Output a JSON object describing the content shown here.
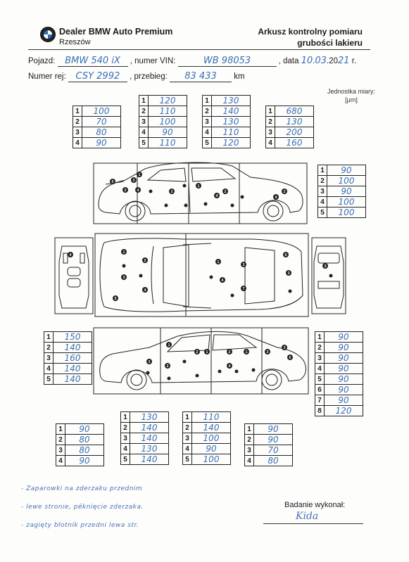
{
  "header": {
    "dealer_name": "Dealer BMW Auto Premium",
    "city": "Rzeszów",
    "title_line1": "Arkusz kontrolny pomiaru",
    "title_line2": "grubości lakieru"
  },
  "form": {
    "vehicle_label": "Pojazd:",
    "vehicle_value": "BMW 540 iX",
    "vin_label": ", numer VIN:",
    "vin_value": "WB 98053",
    "date_label": ", data",
    "date_day": "10",
    "date_sep1": ".",
    "date_month": "03",
    "date_sep2": ".20",
    "date_year": "21",
    "date_suffix": "r.",
    "reg_label": "Numer rej:",
    "reg_value": "CSY 2992",
    "mileage_label": ", przebieg:",
    "mileage_value": "83 433",
    "mileage_unit": "km"
  },
  "unit_note": {
    "line1": "Jednostka miary:",
    "line2": "[µm]"
  },
  "tables": [
    {
      "id": "t1",
      "rows": [
        {
          "n": "1",
          "v": "100"
        },
        {
          "n": "2",
          "v": "70"
        },
        {
          "n": "3",
          "v": "80"
        },
        {
          "n": "4",
          "v": "90"
        }
      ]
    },
    {
      "id": "t2",
      "rows": [
        {
          "n": "1",
          "v": "120"
        },
        {
          "n": "2",
          "v": "110"
        },
        {
          "n": "3",
          "v": "100"
        },
        {
          "n": "4",
          "v": "90"
        },
        {
          "n": "5",
          "v": "110"
        }
      ]
    },
    {
      "id": "t3",
      "rows": [
        {
          "n": "1",
          "v": "130"
        },
        {
          "n": "2",
          "v": "140"
        },
        {
          "n": "3",
          "v": "130"
        },
        {
          "n": "4",
          "v": "110"
        },
        {
          "n": "5",
          "v": "120"
        }
      ]
    },
    {
      "id": "t4",
      "rows": [
        {
          "n": "1",
          "v": "680"
        },
        {
          "n": "2",
          "v": "130"
        },
        {
          "n": "3",
          "v": "200"
        },
        {
          "n": "4",
          "v": "160"
        }
      ]
    },
    {
      "id": "t5",
      "rows": [
        {
          "n": "1",
          "v": "90"
        },
        {
          "n": "2",
          "v": "100"
        },
        {
          "n": "3",
          "v": "90"
        },
        {
          "n": "4",
          "v": "100"
        },
        {
          "n": "5",
          "v": "100"
        }
      ]
    },
    {
      "id": "t6",
      "rows": [
        {
          "n": "1",
          "v": "150"
        },
        {
          "n": "2",
          "v": "140"
        },
        {
          "n": "3",
          "v": "160"
        },
        {
          "n": "4",
          "v": "140"
        },
        {
          "n": "5",
          "v": "140"
        }
      ]
    },
    {
      "id": "t7",
      "rows": [
        {
          "n": "1",
          "v": "90"
        },
        {
          "n": "2",
          "v": "90"
        },
        {
          "n": "3",
          "v": "90"
        },
        {
          "n": "4",
          "v": "90"
        },
        {
          "n": "5",
          "v": "90"
        },
        {
          "n": "6",
          "v": "90"
        },
        {
          "n": "7",
          "v": "90"
        },
        {
          "n": "8",
          "v": "120"
        }
      ]
    },
    {
      "id": "t8",
      "rows": [
        {
          "n": "1",
          "v": "90"
        },
        {
          "n": "2",
          "v": "80"
        },
        {
          "n": "3",
          "v": "80"
        },
        {
          "n": "4",
          "v": "90"
        }
      ]
    },
    {
      "id": "t9",
      "rows": [
        {
          "n": "1",
          "v": "130"
        },
        {
          "n": "2",
          "v": "140"
        },
        {
          "n": "3",
          "v": "140"
        },
        {
          "n": "4",
          "v": "130"
        },
        {
          "n": "5",
          "v": "140"
        }
      ]
    },
    {
      "id": "t10",
      "rows": [
        {
          "n": "1",
          "v": "110"
        },
        {
          "n": "2",
          "v": "140"
        },
        {
          "n": "3",
          "v": "100"
        },
        {
          "n": "4",
          "v": "90"
        },
        {
          "n": "5",
          "v": "100"
        }
      ]
    },
    {
      "id": "t11",
      "rows": [
        {
          "n": "1",
          "v": "90"
        },
        {
          "n": "2",
          "v": "90"
        },
        {
          "n": "3",
          "v": "70"
        },
        {
          "n": "4",
          "v": "80"
        }
      ]
    }
  ],
  "notes": [
    "- Zaparowki na zderzaku przednim",
    "- lewe stronie, pêknięcie zderzaka.",
    "- zagięty błotnik przedni lewa str."
  ],
  "signature": {
    "label": "Badanie wykonał:",
    "value": "Kida"
  }
}
